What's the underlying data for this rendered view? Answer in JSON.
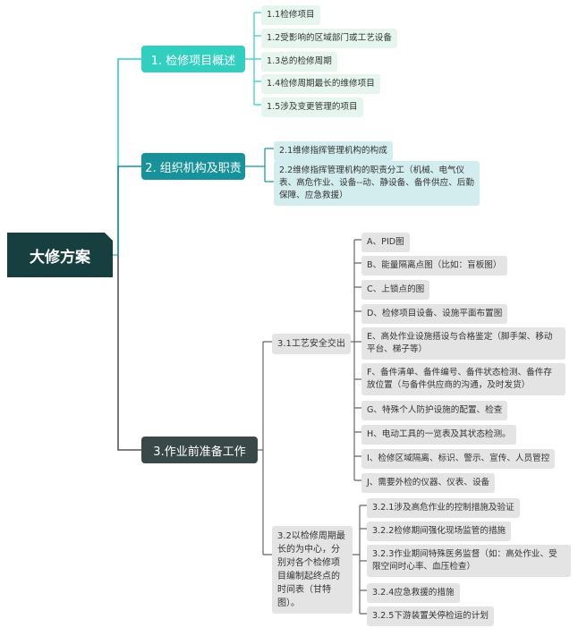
{
  "root": {
    "title": "大修方案"
  },
  "sections": {
    "s1": {
      "title": "1. 检修项目概述",
      "items": [
        "1.1检修项目",
        "1.2受影响的区域部门或工艺设备",
        "1.3总的检修周期",
        "1.4检修周期最长的维修项目",
        "1.5涉及变更管理的项目"
      ]
    },
    "s2": {
      "title": "2. 组织机构及职责",
      "items": [
        "2.1维修指挥管理机构的构成",
        "2.2维修指挥管理机构的职责分工（机械、电气仪表、高危作业、设备--动、静设备、备件供应、后勤保障、应急救援）"
      ]
    },
    "s3": {
      "title": "3.作业前准备工作",
      "sub1": {
        "title": "3.1工艺安全交出",
        "items": [
          "A、PID图",
          "B、能量隔离点图（比如：盲板图）",
          "C、上锁点的图",
          "D、检修项目设备、设施平面布置图",
          "E、高处作业设施搭设与合格鉴定（脚手架、移动平台、梯子等）",
          "F、备件清单、备件编号、备件状态检测、备件存放位置（与备件供应商的沟通，及时发货）",
          "G、特殊个人防护设施的配置、检查",
          "H、电动工具的一览表及其状态检测。",
          "I、检修区域隔离、标识、警示、宣传、人员管控",
          "J、需要外检的仪器、仪表、设备"
        ]
      },
      "sub2": {
        "title": "3.2以检修周期最长的为中心，分别对各个检修项目编制起终点的时间表（甘特图）。",
        "items": [
          "3.2.1涉及高危作业的控制措施及验证",
          "3.2.2检修期间强化现场监管的措施",
          "3.2.3作业期间特殊医务监督（如：高处作业、受限空间时心率、血压检查）",
          "3.2.4应急救援的措施",
          "3.2.5下游装置关停检运的计划"
        ]
      }
    }
  },
  "colors": {
    "root": "#173f3f",
    "s1": "#30cfbf",
    "s2": "#17929b",
    "s3": "#3b4848",
    "s1_line": "#30cfbf",
    "s2_line": "#17929b",
    "s3_line": "#555555"
  }
}
